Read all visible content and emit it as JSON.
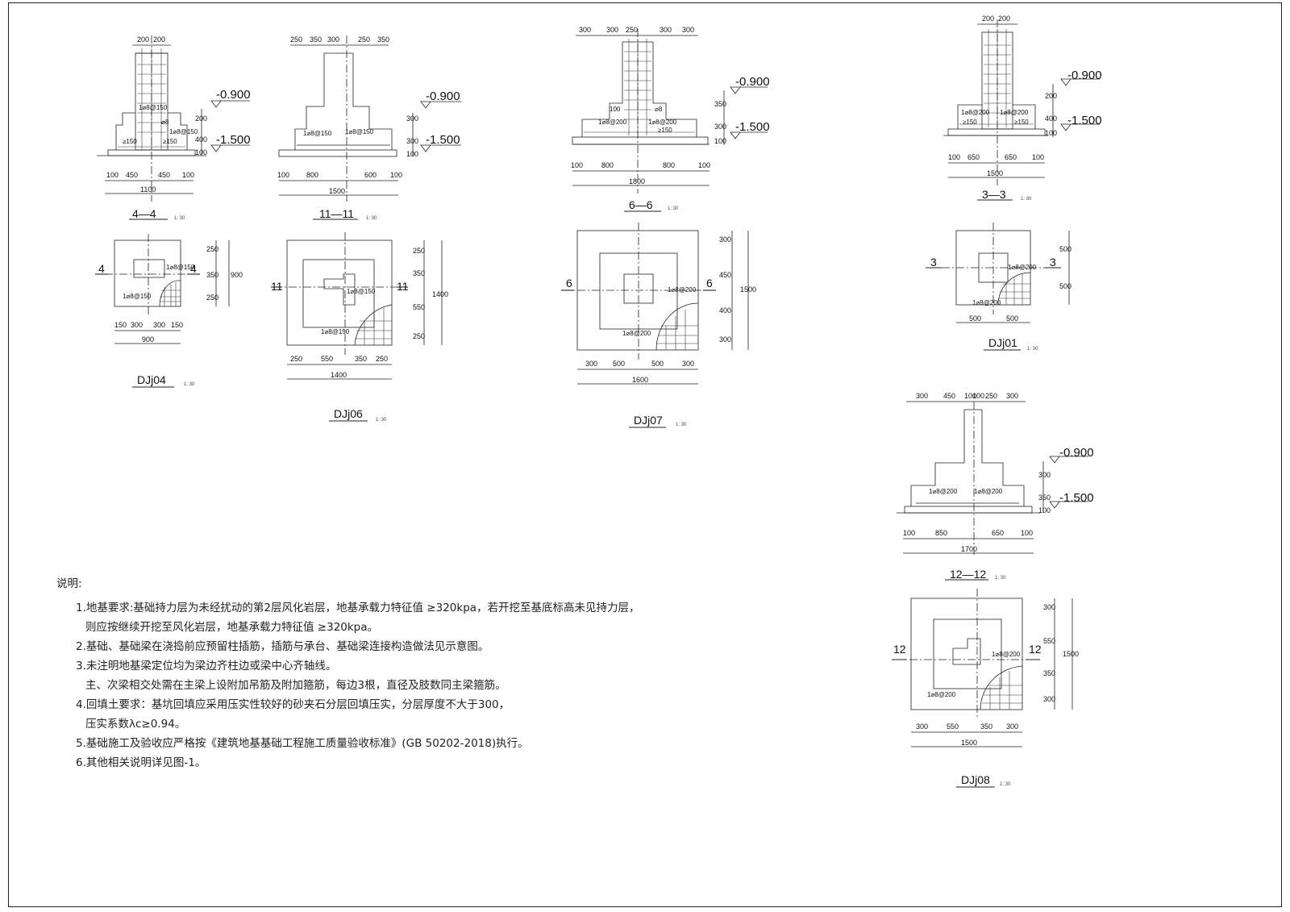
{
  "drawings": {
    "s44": {
      "title": "4—4",
      "scale": "1: 30",
      "dims_top": [
        "200",
        "200"
      ],
      "dims_bottom": [
        "100",
        "450",
        "450",
        "100"
      ],
      "total": "1100",
      "side": [
        "200",
        "400",
        "100"
      ],
      "elev": [
        "-0.900",
        "-1.500"
      ],
      "tags": [
        "1⌀8@150",
        "⌀8",
        "1⌀8@150",
        "≥150",
        "≥150"
      ]
    },
    "s1111": {
      "title": "11—11",
      "scale": "1: 30",
      "dims_top": [
        "250",
        "350",
        "300",
        "250",
        "350"
      ],
      "dims_bottom": [
        "100",
        "800",
        "600",
        "100"
      ],
      "total": "1500",
      "side": [
        "300",
        "300",
        "100"
      ],
      "elev": [
        "-0.900",
        "-1.500"
      ],
      "tags": [
        "1⌀8@150",
        "1⌀8@150"
      ]
    },
    "s66": {
      "title": "6—6",
      "scale": "1: 30",
      "dims_top": [
        "300",
        "300",
        "250",
        "300",
        "300"
      ],
      "dims_bottom": [
        "100",
        "800",
        "800",
        "100"
      ],
      "total": "1800",
      "side": [
        "350",
        "300",
        "100"
      ],
      "elev": [
        "-0.900",
        "-1.500"
      ],
      "tags": [
        "100",
        "⌀8",
        "1⌀8@200",
        "1⌀8@200",
        "≥150"
      ]
    },
    "s33": {
      "title": "3—3",
      "scale": "1: 30",
      "dims_top": [
        "200",
        "200"
      ],
      "dims_bottom": [
        "100",
        "650",
        "650",
        "100"
      ],
      "total": "1500",
      "side": [
        "200",
        "400",
        "100"
      ],
      "elev": [
        "-0.900",
        "-1.500"
      ],
      "tags": [
        "1⌀8@200",
        "1⌀8@200",
        "≥150",
        "≥150"
      ]
    },
    "s1212": {
      "title": "12—12",
      "scale": "1: 30",
      "dims_top": [
        "300",
        "450",
        "100",
        "100",
        "250",
        "300"
      ],
      "dims_bottom": [
        "100",
        "850",
        "650",
        "100"
      ],
      "total": "1700",
      "side": [
        "300",
        "350",
        "100"
      ],
      "elev": [
        "-0.900",
        "-1.500"
      ],
      "tags": [
        "1⌀8@200",
        "1⌀8@200"
      ]
    },
    "p04": {
      "title": "DJj04",
      "scale": "1: 30",
      "cut": "4",
      "dims_bottom": [
        "150",
        "300",
        "300",
        "150"
      ],
      "total": "900",
      "side": [
        "250",
        "350",
        "250"
      ],
      "side_total": "900",
      "tags": [
        "1⌀8@150",
        "1⌀8@150"
      ]
    },
    "p06": {
      "title": "DJj06",
      "scale": "1: 30",
      "cut": "11",
      "dims_bottom": [
        "250",
        "550",
        "350",
        "250"
      ],
      "total": "1400",
      "side": [
        "250",
        "350",
        "550",
        "250"
      ],
      "side_total": "1400",
      "tags": [
        "1⌀8@150",
        "1⌀8@150"
      ]
    },
    "p07": {
      "title": "DJj07",
      "scale": "1: 30",
      "cut": "6",
      "dims_bottom": [
        "300",
        "500",
        "500",
        "300"
      ],
      "total": "1600",
      "side": [
        "300",
        "450",
        "400",
        "300"
      ],
      "side_total": "1500",
      "tags": [
        "1⌀8@200",
        "1⌀8@200"
      ]
    },
    "p01": {
      "title": "DJj01",
      "scale": "1: 30",
      "cut": "3",
      "dims_bottom": [
        "500",
        "500"
      ],
      "side": [
        "500",
        "500"
      ],
      "tags": [
        "1⌀8@200",
        "1⌀8@200"
      ]
    },
    "p08": {
      "title": "DJj08",
      "scale": "1: 30",
      "cut": "12",
      "dims_bottom": [
        "300",
        "550",
        "350",
        "300"
      ],
      "total": "1500",
      "side": [
        "300",
        "550",
        "350",
        "300"
      ],
      "side_total": "1500",
      "tags": [
        "1⌀8@200",
        "1⌀8@200"
      ]
    }
  },
  "notes": {
    "heading": "说明:",
    "lines": [
      "1.地基要求:基础持力层为未经扰动的第2层风化岩层，地基承载力特征值 ≥320kpa，若开挖至基底标高未见持力层，",
      "则应按继续开挖至风化岩层，地基承载力特征值 ≥320kpa。",
      "2.基础、基础梁在浇捣前应预留柱插筋，插筋与承台、基础梁连接构造做法见示意图。",
      "3.未注明地基梁定位均为梁边齐柱边或梁中心齐轴线。",
      "主、次梁相交处需在主梁上设附加吊筋及附加箍筋，每边3根，直径及肢数同主梁箍筋。",
      "4.回填土要求：基坑回填应采用压实性较好的砂夹石分层回填压实，分层厚度不大于300，",
      "压实系数λc≥0.94。",
      "5.基础施工及验收应严格按《建筑地基基础工程施工质量验收标准》(GB 50202-2018)执行。",
      "6.其他相关说明详见图-1。"
    ]
  }
}
